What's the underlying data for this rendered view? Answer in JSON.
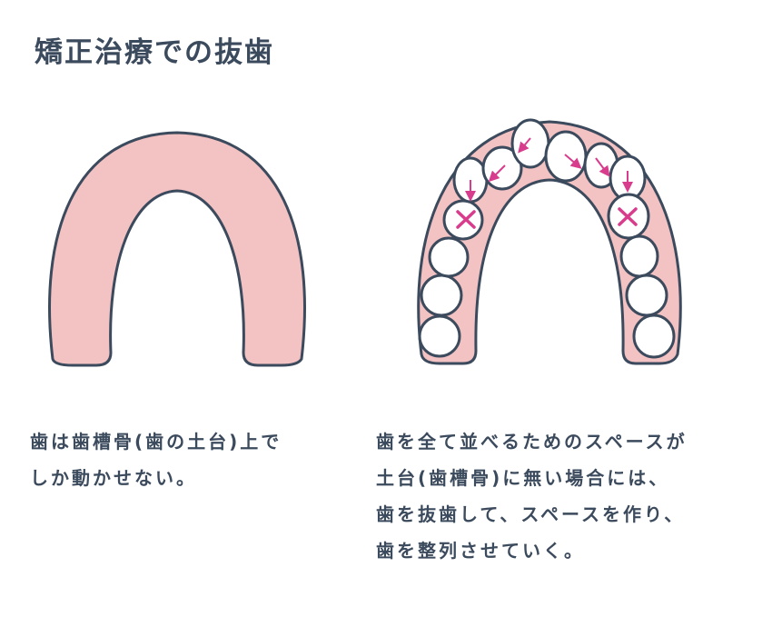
{
  "title": "矯正治療での抜歯",
  "colors": {
    "gum": "#f3c2c3",
    "outline": "#3b4a5c",
    "tooth": "#ffffff",
    "arrow": "#d83c8c"
  },
  "captions": {
    "left": [
      "歯は歯槽骨(歯の土台)上で",
      "しか動かせない。"
    ],
    "right": [
      "歯を全て並べるためのスペースが",
      "土台(歯槽骨)に無い場合には、",
      "歯を抜歯して、スペースを作り、",
      "歯を整列させていく。"
    ]
  },
  "icons": {
    "extraction_marks": [
      "x-mark-icon",
      "x-mark-icon"
    ],
    "movement_arrows": [
      "arrow-icon",
      "arrow-icon",
      "arrow-icon",
      "arrow-icon",
      "arrow-icon",
      "arrow-icon"
    ]
  }
}
